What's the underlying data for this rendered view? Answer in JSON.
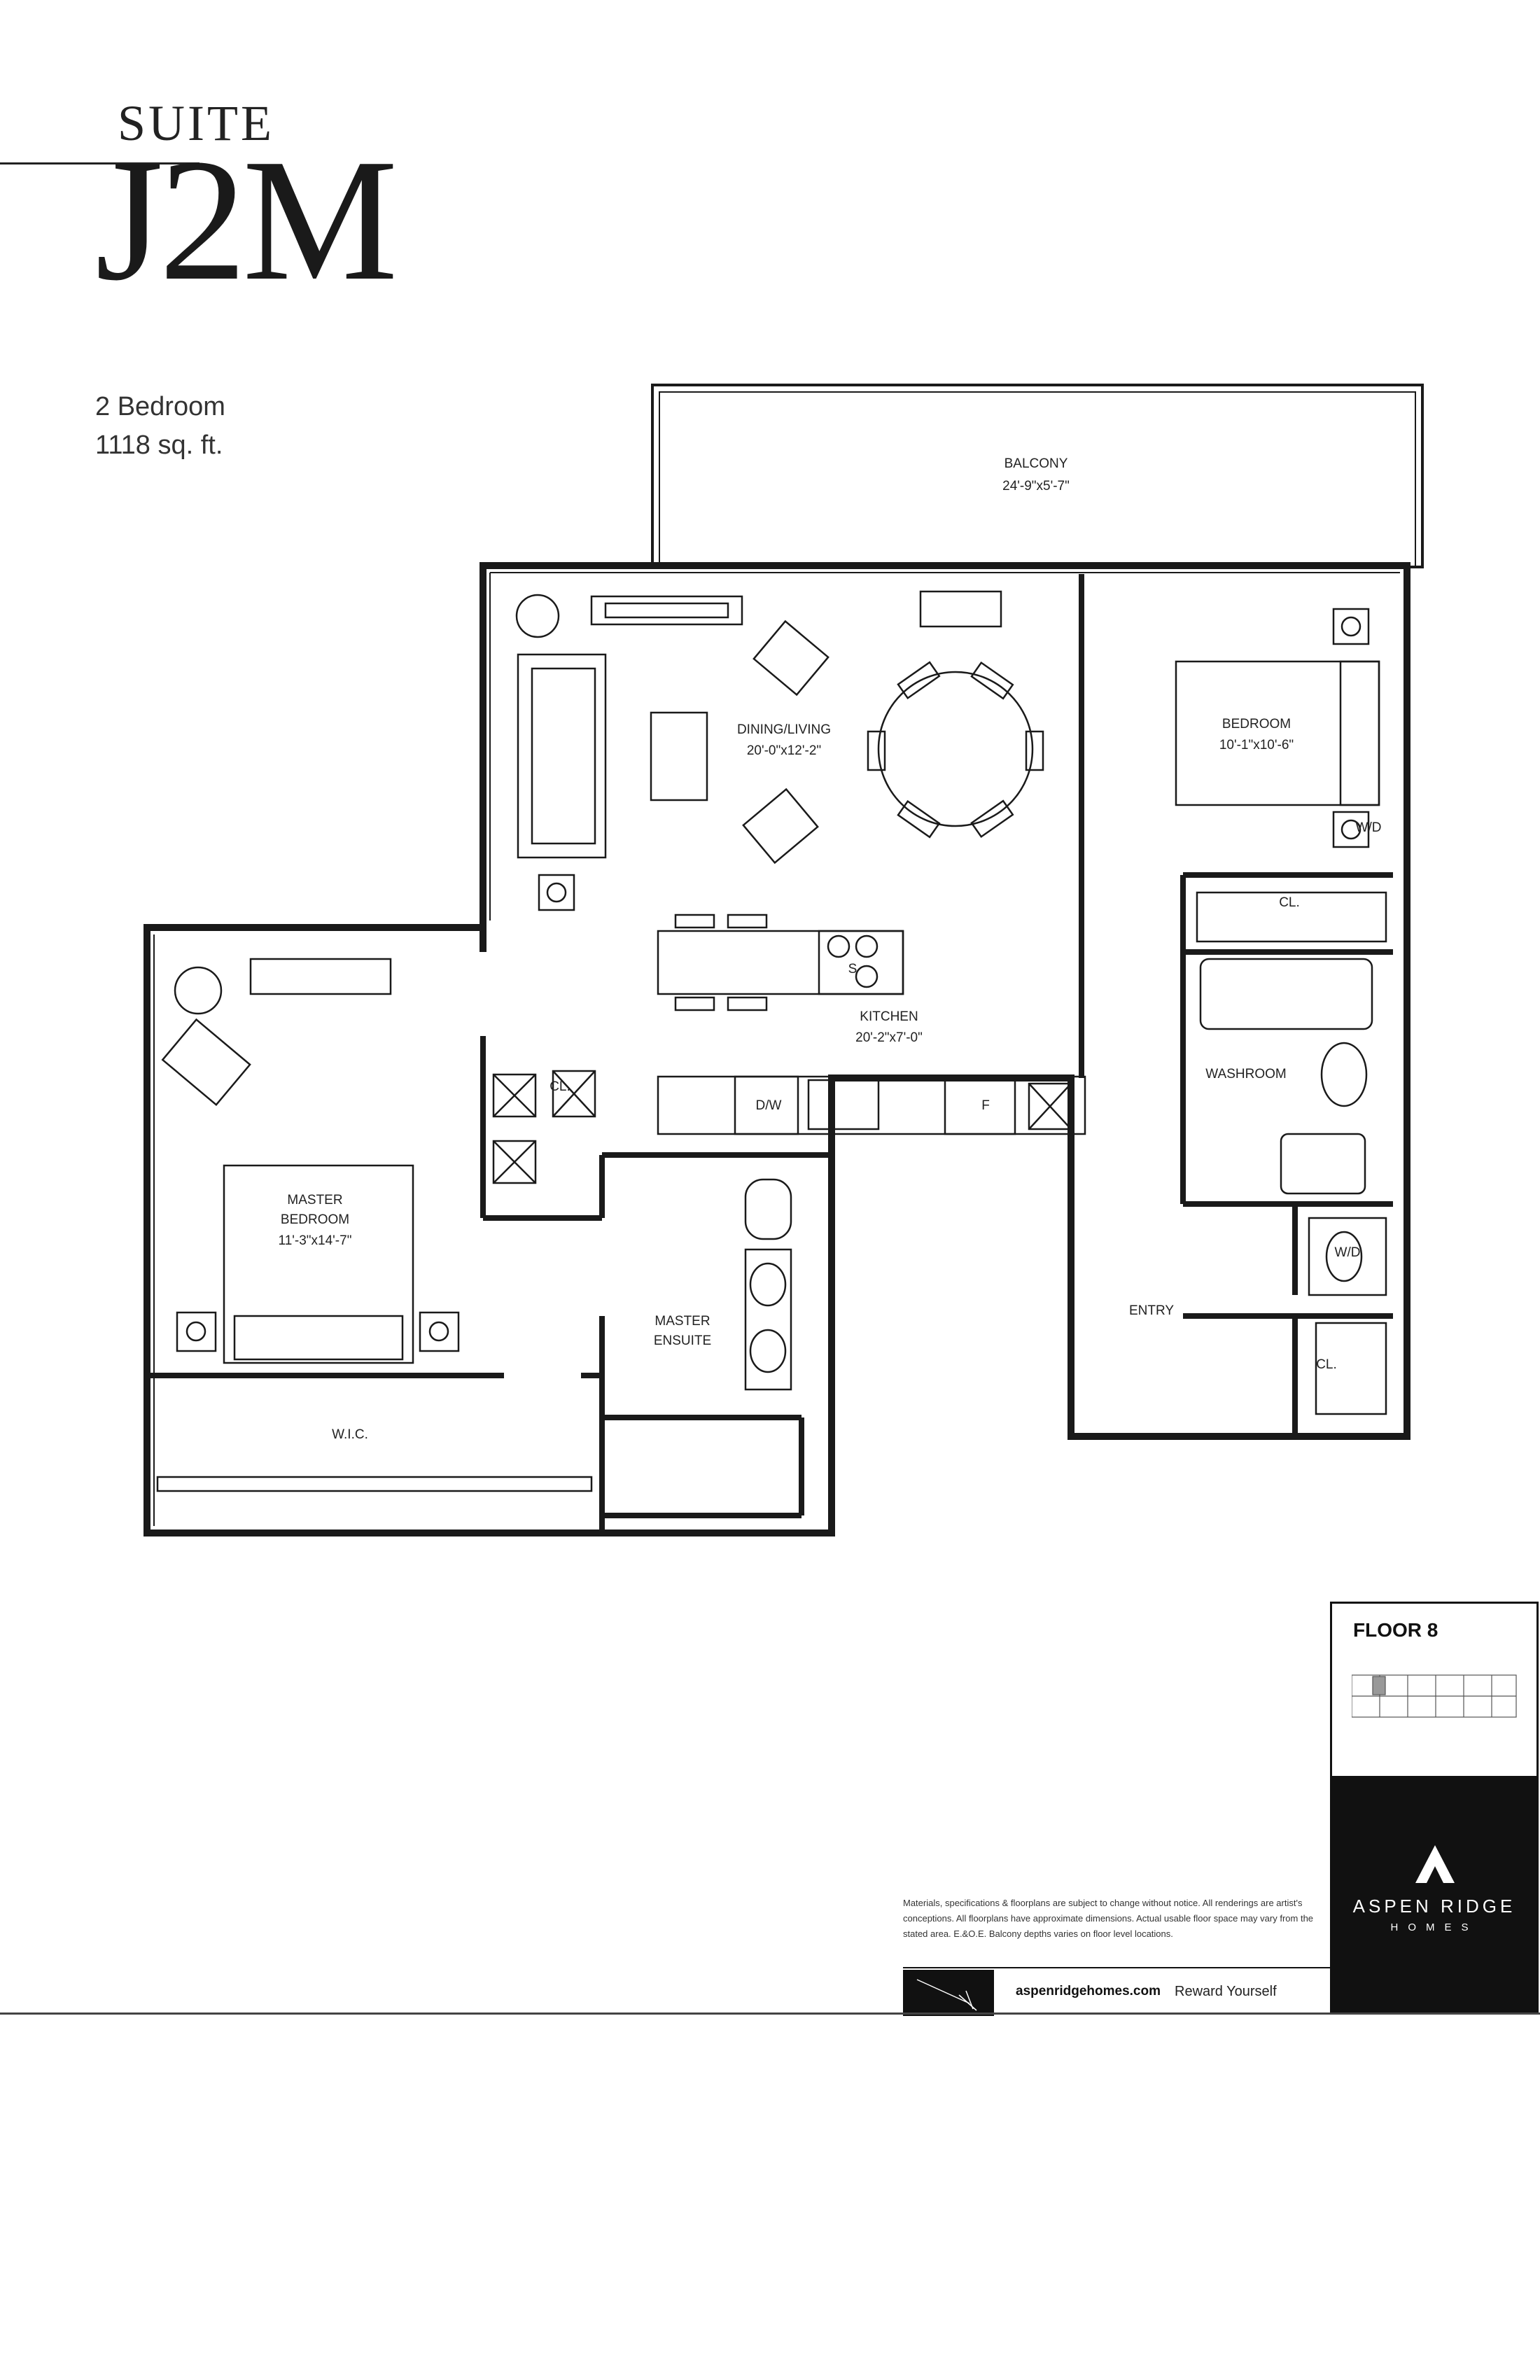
{
  "header": {
    "suite_word": "SUITE",
    "suite_code": "J2M",
    "bedrooms": "2 Bedroom",
    "area": "1118 sq. ft."
  },
  "rooms": {
    "balcony": {
      "name": "BALCONY",
      "size": "24'-9\"x5'-7\""
    },
    "dining_living": {
      "name": "DINING/LIVING",
      "size": "20'-0\"x12'-2\""
    },
    "bedroom": {
      "name": "BEDROOM",
      "size": "10'-1\"x10'-6\""
    },
    "kitchen": {
      "name": "KITCHEN",
      "size": "20'-2\"x7'-0\""
    },
    "master_bedroom": {
      "name_line1": "MASTER",
      "name_line2": "BEDROOM",
      "size": "11'-3\"x14'-7\""
    },
    "master_ensuite": {
      "name_line1": "MASTER",
      "name_line2": "ENSUITE"
    },
    "washroom": {
      "name": "WASHROOM"
    },
    "wic": {
      "name": "W.I.C."
    },
    "entry": {
      "name": "ENTRY"
    }
  },
  "fixtures": {
    "closet_bedroom": "CL.",
    "closet_master": "CL.",
    "closet_entry": "CL.",
    "dishwasher": "D/W",
    "fridge": "F",
    "stove": "S",
    "washer_dryer_bedroom": "W/D",
    "washer_dryer_entry": "W/D"
  },
  "floor_panel": {
    "label": "FLOOR 8"
  },
  "brand": {
    "name": "ASPEN RIDGE",
    "sub": "HOMES",
    "url": "aspenridgehomes.com",
    "tagline": "Reward Yourself"
  },
  "disclaimer": "Materials, specifications & floorplans are subject to change without notice. All renderings are artist's conceptions. All floorplans have approximate dimensions. Actual usable floor space may vary from the stated area. E.&O.E. Balcony depths varies on floor level locations.",
  "colors": {
    "wall": "#1a1a1a",
    "panel_dark": "#111111",
    "background": "#ffffff"
  }
}
